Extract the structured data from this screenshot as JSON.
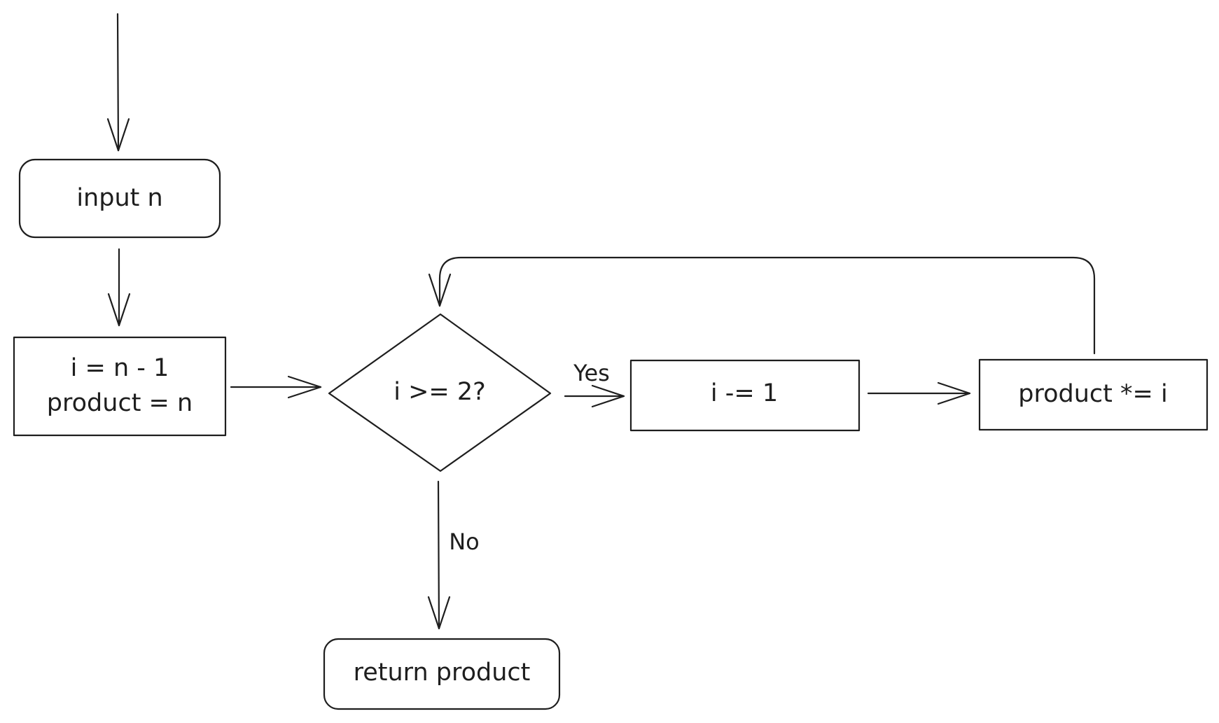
{
  "diagram": {
    "nodes": {
      "input": {
        "label": "input n"
      },
      "init": {
        "line1": "i = n - 1",
        "line2": "product = n"
      },
      "decision": {
        "label": "i >= 2?"
      },
      "decrement": {
        "label": "i -= 1"
      },
      "multiply": {
        "label": "product *= i"
      },
      "return": {
        "label": "return product"
      }
    },
    "edges": {
      "yes_label": "Yes",
      "no_label": "No"
    }
  }
}
